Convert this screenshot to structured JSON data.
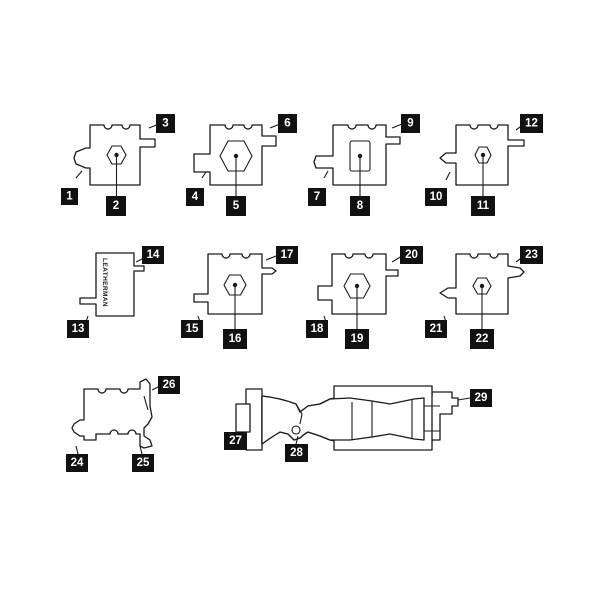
{
  "labels": [
    "1",
    "2",
    "3",
    "4",
    "5",
    "6",
    "7",
    "8",
    "9",
    "10",
    "11",
    "12",
    "13",
    "14",
    "15",
    "16",
    "17",
    "18",
    "19",
    "20",
    "21",
    "22",
    "23",
    "24",
    "25",
    "26",
    "27",
    "28",
    "29"
  ],
  "brand_text": "LEATHERMAN",
  "colors": {
    "ink": "#1a1a1a",
    "badge": "#111111",
    "badge_text": "#ffffff",
    "background": "#ffffff"
  }
}
